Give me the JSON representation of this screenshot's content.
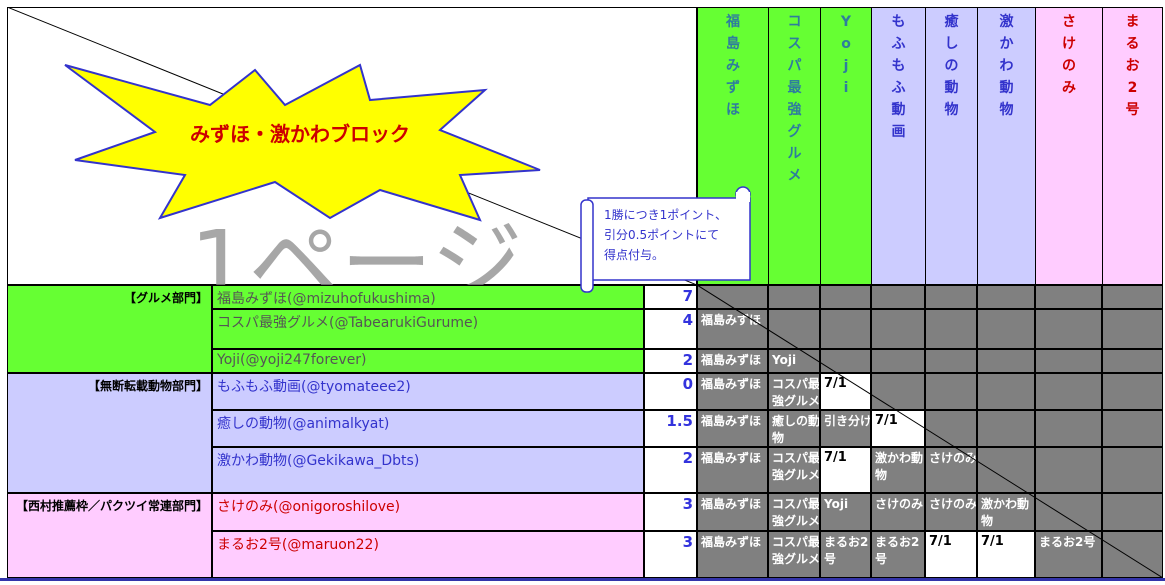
{
  "title_burst": "みずほ・激かわブロック",
  "watermark": "1ページ",
  "callout": "1勝につき1ポイント、\n引分0.5ポイントにて\n得点付与。",
  "columns": [
    {
      "label": "福\n島\nみ\nず\nほ",
      "bg": "#66ff33",
      "fg": "#2e7d9e"
    },
    {
      "label": "コ\nス\nパ\n最\n強\nグ\nル\nメ",
      "bg": "#66ff33",
      "fg": "#2e7d9e"
    },
    {
      "label": "Y\no\nj\ni",
      "bg": "#66ff33",
      "fg": "#2e7d9e"
    },
    {
      "label": "も\nふ\nも\nふ\n動\n画",
      "bg": "#ccccff",
      "fg": "#3333cc"
    },
    {
      "label": "癒\nし\nの\n動\n物",
      "bg": "#ccccff",
      "fg": "#3333cc"
    },
    {
      "label": "激\nか\nわ\n動\n物",
      "bg": "#ccccff",
      "fg": "#3333cc"
    },
    {
      "label": "さ\nけ\nの\nみ",
      "bg": "#ffccff",
      "fg": "#cc0000"
    },
    {
      "label": "ま\nる\nお\n2\n号",
      "bg": "#ffccff",
      "fg": "#cc0000"
    }
  ],
  "departments": [
    {
      "label": "【グルメ部門】",
      "bg": "#66ff33"
    },
    {
      "label": "【無断転載動物部門】",
      "bg": "#ccccff"
    },
    {
      "label": "【西村推薦枠／パクツイ常連部門】",
      "bg": "#ffccff"
    }
  ],
  "rows": [
    {
      "name": "福島みずほ(@mizuhofukushima)",
      "score": "7",
      "fg": "#555555"
    },
    {
      "name": "コスパ最強グルメ(@TabearukiGurume)",
      "score": "4",
      "fg": "#555555"
    },
    {
      "name": "Yoji(@yoji247forever)",
      "score": "2",
      "fg": "#555555"
    },
    {
      "name": "もふもふ動画(@tyomateee2)",
      "score": "0",
      "fg": "#3333cc"
    },
    {
      "name": "癒しの動物(@animalkyat)",
      "score": "1.5",
      "fg": "#3333cc"
    },
    {
      "name": "激かわ動物(@Gekikawa_Dbts)",
      "score": "2",
      "fg": "#3333cc"
    },
    {
      "name": "さけのみ(@onigoroshilove)",
      "score": "3",
      "fg": "#cc0000"
    },
    {
      "name": "まるお2号(@maruon22)",
      "score": "3",
      "fg": "#cc0000"
    }
  ],
  "matrix": [
    [
      "",
      "",
      "",
      "",
      "",
      "",
      "",
      ""
    ],
    [
      "福島みずほ",
      "",
      "",
      "",
      "",
      "",
      "",
      ""
    ],
    [
      "福島みずほ",
      "Yoji",
      "",
      "",
      "",
      "",
      "",
      ""
    ],
    [
      "福島みずほ",
      "コスパ最\n強グルメ",
      "7/1",
      "",
      "",
      "",
      "",
      ""
    ],
    [
      "福島みずほ",
      "癒しの動\n物",
      "引き分け",
      "7/1",
      "",
      "",
      "",
      ""
    ],
    [
      "福島みずほ",
      "コスパ最\n強グルメ",
      "7/1",
      "激かわ動\n物",
      "さけのみ",
      "",
      "",
      ""
    ],
    [
      "福島みずほ",
      "コスパ最\n強グルメ",
      "Yoji",
      "さけのみ",
      "さけのみ",
      "激かわ動\n物",
      "",
      ""
    ],
    [
      "福島みずほ",
      "コスパ最\n強グルメ",
      "まるお2\n号",
      "まるお2\n号",
      "7/1",
      "7/1",
      "まるお2号",
      ""
    ]
  ],
  "white_cells": [
    [
      3,
      2
    ],
    [
      4,
      3
    ],
    [
      5,
      2
    ],
    [
      7,
      4
    ],
    [
      7,
      5
    ]
  ],
  "grid_color": "#000000"
}
